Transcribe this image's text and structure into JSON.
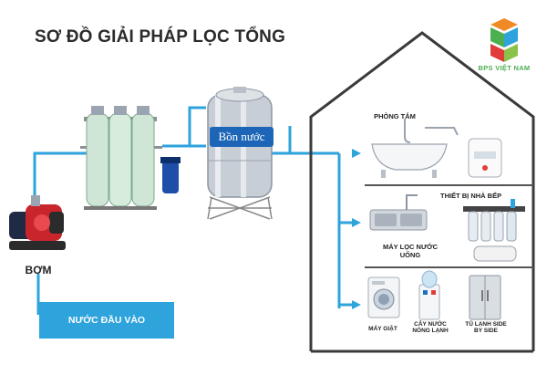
{
  "title": "SƠ ĐỒ GIẢI PHÁP LỌC TỔNG",
  "brand": {
    "name": "BPS VIỆT NAM",
    "color": "#4caf50"
  },
  "pump": {
    "label": "BƠM"
  },
  "tank": {
    "label": "Bồn nước"
  },
  "inlet": {
    "label": "NƯỚC ĐẦU VÀO",
    "color": "#2ea3dc"
  },
  "pipe_color": "#2ea3dc",
  "house": {
    "bathroom": {
      "label": "PHÒNG TẮM"
    },
    "kitchen": {
      "label": "THIẾT BỊ NHÀ BẾP"
    },
    "purifier": {
      "label": "MÁY LỌC NƯỚC UỐNG"
    },
    "appliances": [
      {
        "label": "MÁY GIẶT"
      },
      {
        "label": "CÂY NƯỚC NÓNG LẠNH"
      },
      {
        "label": "TỦ LẠNH SIDE BY SIDE"
      }
    ]
  }
}
